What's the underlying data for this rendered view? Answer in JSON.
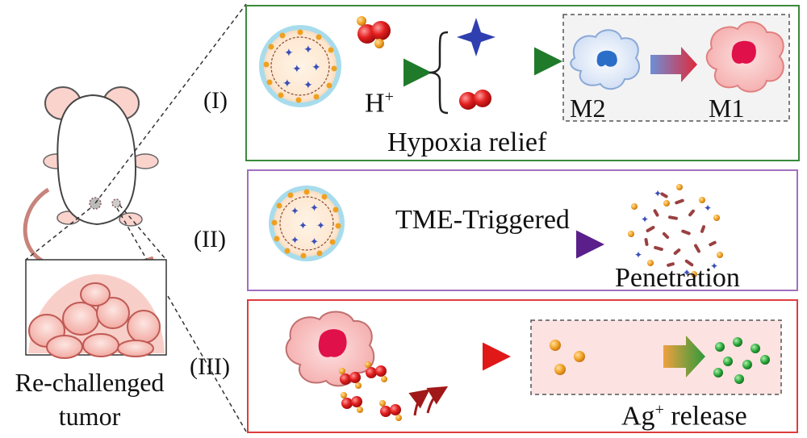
{
  "left": {
    "caption_line1": "Re-challenged",
    "caption_line2": "tumor"
  },
  "panel1": {
    "roman": "(I)",
    "proton_base": "H",
    "proton_sup": "+",
    "m2_label": "M2",
    "m1_label": "M1",
    "caption": "Hypoxia relief",
    "border_color": "#3a8a3a"
  },
  "panel2": {
    "roman": "(II)",
    "trigger_label": "TME-Triggered",
    "caption": "Penetration",
    "border_color": "#a070c0"
  },
  "panel3": {
    "roman": "(III)",
    "release_base": "Ag",
    "release_sup": "+",
    "release_suffix": " release",
    "border_color": "#e03c3c"
  }
}
